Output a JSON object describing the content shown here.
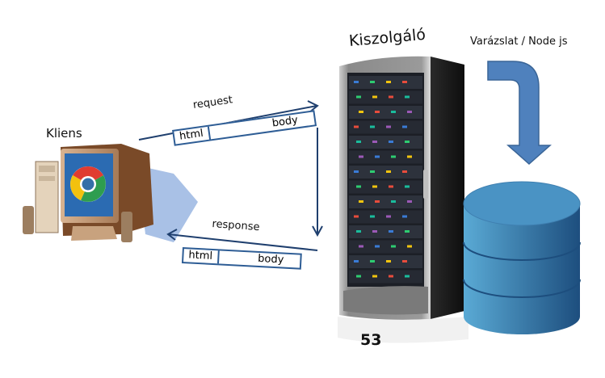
{
  "diagram": {
    "client": {
      "label": "Kliens",
      "icon": "computer-with-chrome-icon"
    },
    "server": {
      "label": "Kiszolgáló",
      "icon": "server-rack-icon"
    },
    "database": {
      "label": "Varázslat / Node js",
      "icon": "database-cylinder-icon"
    },
    "request": {
      "label": "request",
      "packet": {
        "head": "html",
        "body": "body"
      }
    },
    "response": {
      "label": "response",
      "packet": {
        "head": "html",
        "body": "body"
      }
    },
    "page_number": "53",
    "colors": {
      "arrow_line": "#1f3f6e",
      "packet_border": "#2e5d95",
      "db_fill": "#3f86bb",
      "db_dark": "#1d4e7e",
      "big_arrow": "#4f81bd"
    }
  }
}
